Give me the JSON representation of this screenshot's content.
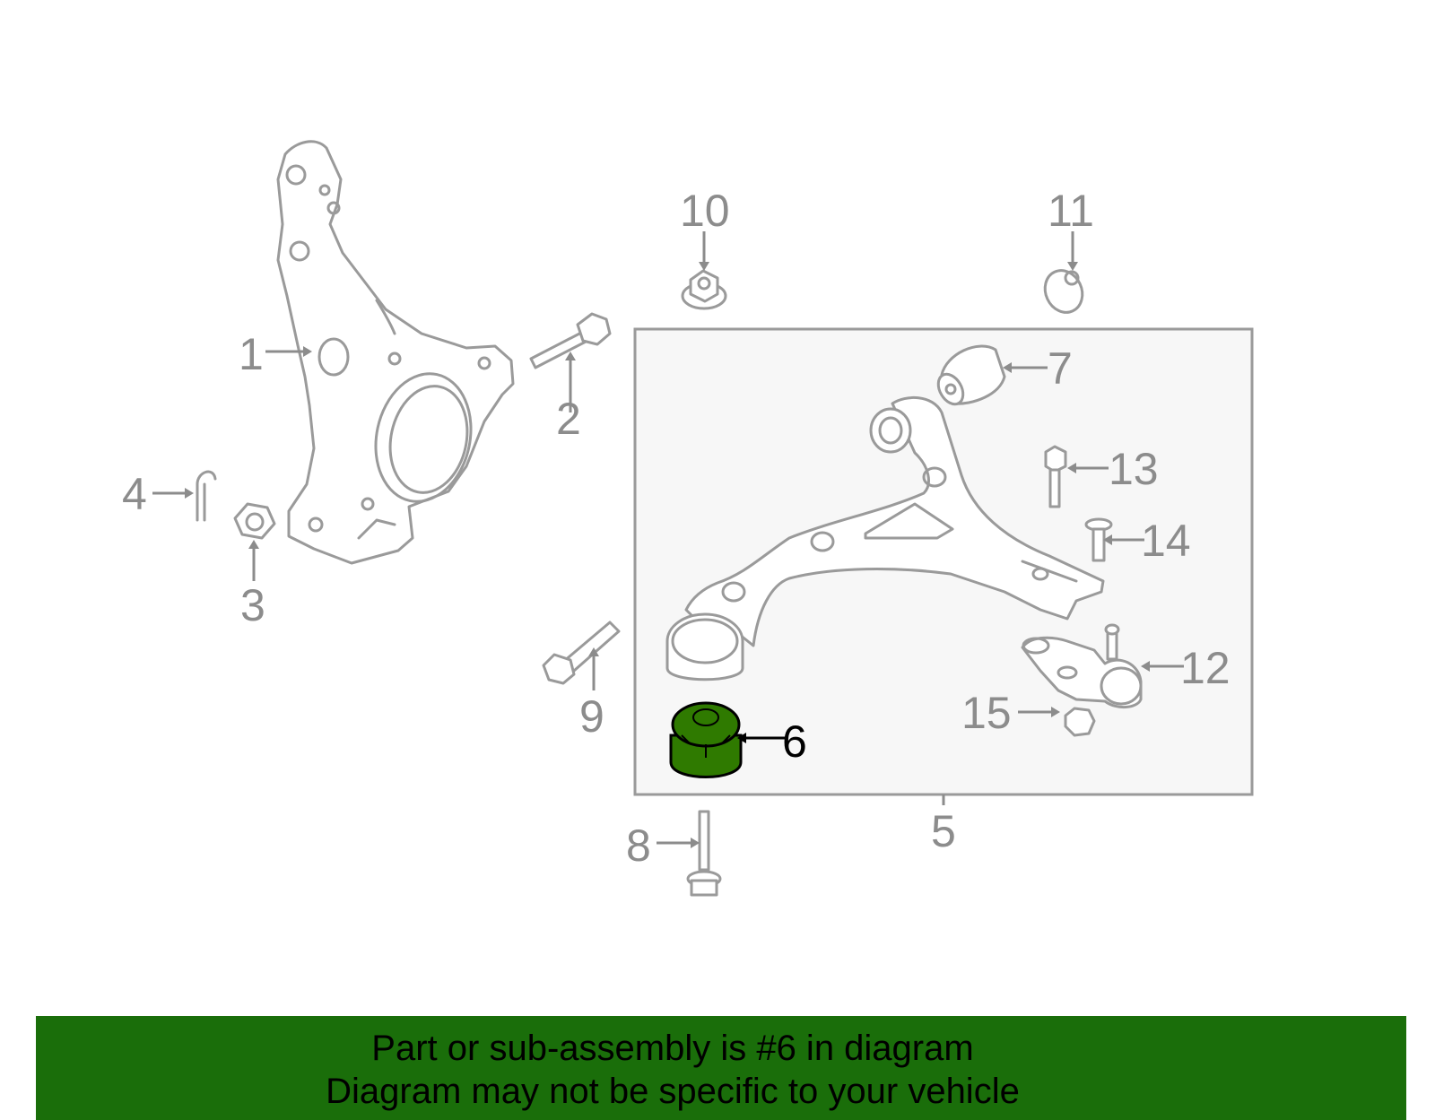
{
  "highlight_color": "#2f7a00",
  "banner_color": "#1a6e0a",
  "callouts": [
    {
      "id": "1",
      "label": "1"
    },
    {
      "id": "2",
      "label": "2"
    },
    {
      "id": "3",
      "label": "3"
    },
    {
      "id": "4",
      "label": "4"
    },
    {
      "id": "5",
      "label": "5"
    },
    {
      "id": "6",
      "label": "6",
      "highlighted": true
    },
    {
      "id": "7",
      "label": "7"
    },
    {
      "id": "8",
      "label": "8"
    },
    {
      "id": "9",
      "label": "9"
    },
    {
      "id": "10",
      "label": "10"
    },
    {
      "id": "11",
      "label": "11"
    },
    {
      "id": "12",
      "label": "12"
    },
    {
      "id": "13",
      "label": "13"
    },
    {
      "id": "14",
      "label": "14"
    },
    {
      "id": "15",
      "label": "15"
    }
  ],
  "footer": {
    "line1": "Part or sub-assembly is #6 in diagram",
    "line2": "Diagram may not be specific to your vehicle"
  }
}
